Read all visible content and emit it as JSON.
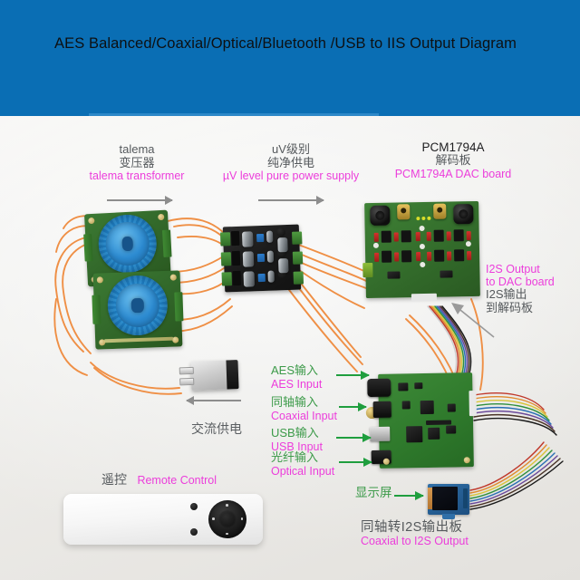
{
  "header": {
    "title": "AES Balanced/Coaxial/Optical/Bluetooth /USB to IIS Output Diagram",
    "bg_color": "#0A6EB4"
  },
  "colors": {
    "label_cn": "#55595c",
    "label_en_magenta": "#ec3ddb",
    "label_black": "#1d1d1f",
    "arrow_gray": "#8d8d8d",
    "arrow_green": "#1f9e3e",
    "wire_orange": "#ef8a3c"
  },
  "labels": {
    "transformer": {
      "line1": "talema",
      "line2": "变压器",
      "en": "talema transformer"
    },
    "power_supply": {
      "line1": "uV级别",
      "line2": "纯净供电",
      "en": "µV level pure power supply"
    },
    "dac": {
      "line1": "PCM1794A",
      "line2": "解码板",
      "en": "PCM1794A DAC board"
    },
    "i2s_output": {
      "en1": "I2S Output",
      "en2": "to DAC board",
      "cn1": "I2S输出",
      "cn2": "到解码板"
    },
    "ac_power": {
      "cn": "交流供电"
    },
    "remote": {
      "cn": "遥控",
      "en": "Remote Control"
    },
    "display": {
      "cn": "显示屏"
    },
    "board_caption": {
      "cn": "同轴转I2S输出板",
      "en": "Coaxial to I2S Output"
    }
  },
  "inputs": [
    {
      "cn": "AES输入",
      "en": "AES Input"
    },
    {
      "cn": "同轴输入",
      "en": "Coaxial Input"
    },
    {
      "cn": "USB输入",
      "en": "USB Input"
    },
    {
      "cn": "光纤输入",
      "en": "Optical Input"
    }
  ]
}
